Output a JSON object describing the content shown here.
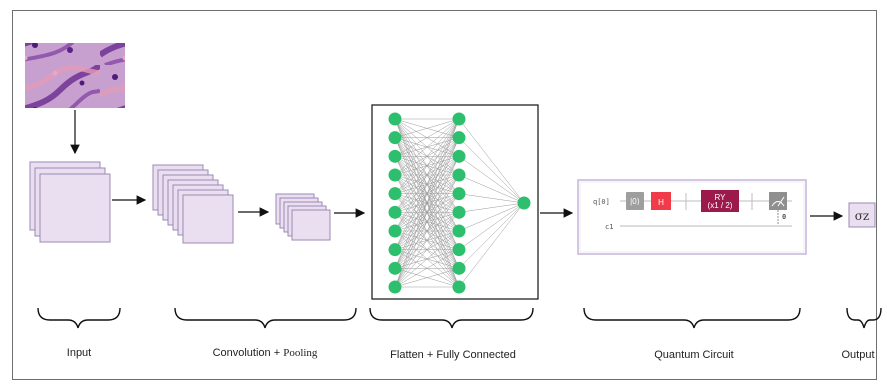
{
  "labels": {
    "input": "Input",
    "convolution": "Convolution",
    "plus": " + ",
    "pooling": "Pooling",
    "flatten": "Flatten + Fully Connected",
    "quantum": "Quantum Circuit",
    "output": "Output"
  },
  "circuit": {
    "qubit_label": "q[0]",
    "classical_label": "c1",
    "init_gate": "|0⟩",
    "h_gate": "H",
    "ry_gate": "RY",
    "ry_param": "(x1 / 2)",
    "measure_bit": "0"
  },
  "output_symbol": "σz",
  "colors": {
    "layer_fill": "#eadff0",
    "layer_stroke": "#9c88b3",
    "node": "#2ebf6e",
    "h_gate": "#f23b4a",
    "ry_gate": "#9b1a4b",
    "circuit_border": "#c5b3dc"
  },
  "network": {
    "input_nodes": 10,
    "hidden_nodes": 10,
    "output_nodes": 1
  }
}
